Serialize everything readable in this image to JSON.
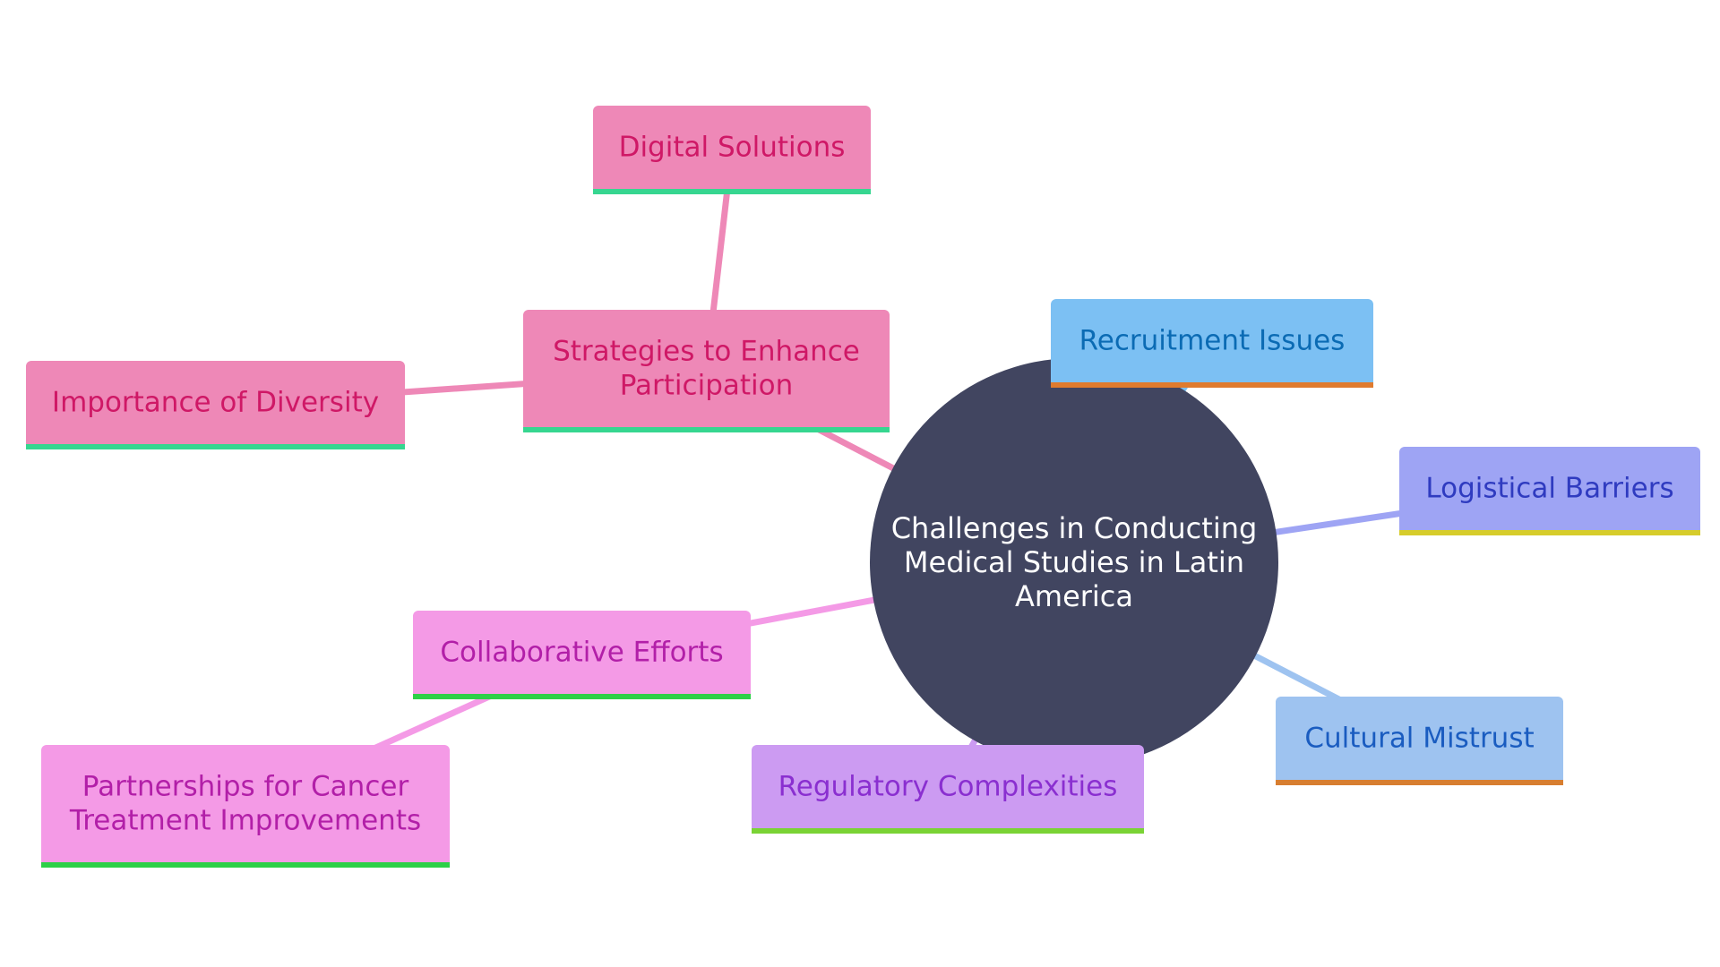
{
  "center": {
    "lines": [
      "Challenges in Conducting",
      "Medical Studies in Latin",
      "America"
    ],
    "fill": "#414560",
    "text_color": "#ffffff"
  },
  "nodes": [
    {
      "id": "recruitment-issues",
      "lines": [
        "Recruitment Issues"
      ],
      "fill": "#7cc0f3",
      "text_color": "#0b6bb4",
      "underline": "#e07b2e"
    },
    {
      "id": "logistical-barriers",
      "lines": [
        "Logistical Barriers"
      ],
      "fill": "#9ea4f4",
      "text_color": "#2f3bc0",
      "underline": "#d6cc2b"
    },
    {
      "id": "cultural-mistrust",
      "lines": [
        "Cultural Mistrust"
      ],
      "fill": "#9ec3f0",
      "text_color": "#1a5cc0",
      "underline": "#d77e30"
    },
    {
      "id": "regulatory-complexities",
      "lines": [
        "Regulatory Complexities"
      ],
      "fill": "#cc9bf2",
      "text_color": "#8a2fd0",
      "underline": "#7ad335"
    },
    {
      "id": "collaborative-efforts",
      "lines": [
        "Collaborative Efforts"
      ],
      "fill": "#f49ae6",
      "text_color": "#b21fa8",
      "underline": "#2dd048"
    },
    {
      "id": "partnerships",
      "lines": [
        "Partnerships for Cancer",
        "Treatment Improvements"
      ],
      "fill": "#f49ae6",
      "text_color": "#b21fa8",
      "underline": "#2dd048"
    },
    {
      "id": "strategies",
      "lines": [
        "Strategies to Enhance",
        "Participation"
      ],
      "fill": "#ee88b7",
      "text_color": "#cf1866",
      "underline": "#36d690"
    },
    {
      "id": "digital-solutions",
      "lines": [
        "Digital Solutions"
      ],
      "fill": "#ee88b7",
      "text_color": "#cf1866",
      "underline": "#36d690"
    },
    {
      "id": "importance-of-diversity",
      "lines": [
        "Importance of Diversity"
      ],
      "fill": "#ee88b7",
      "text_color": "#cf1866",
      "underline": "#36d690"
    }
  ],
  "edges": [
    {
      "from": "center",
      "to": "recruitment-issues",
      "color": "#7cc0f3"
    },
    {
      "from": "center",
      "to": "logistical-barriers",
      "color": "#9ea4f4"
    },
    {
      "from": "center",
      "to": "cultural-mistrust",
      "color": "#9ec3f0"
    },
    {
      "from": "center",
      "to": "regulatory-complexities",
      "color": "#cc9bf2"
    },
    {
      "from": "center",
      "to": "collaborative-efforts",
      "color": "#f49ae6"
    },
    {
      "from": "collaborative-efforts",
      "to": "partnerships",
      "color": "#f49ae6"
    },
    {
      "from": "center",
      "to": "strategies",
      "color": "#ee88b7"
    },
    {
      "from": "strategies",
      "to": "digital-solutions",
      "color": "#ee88b7"
    },
    {
      "from": "strategies",
      "to": "importance-of-diversity",
      "color": "#ee88b7"
    }
  ]
}
